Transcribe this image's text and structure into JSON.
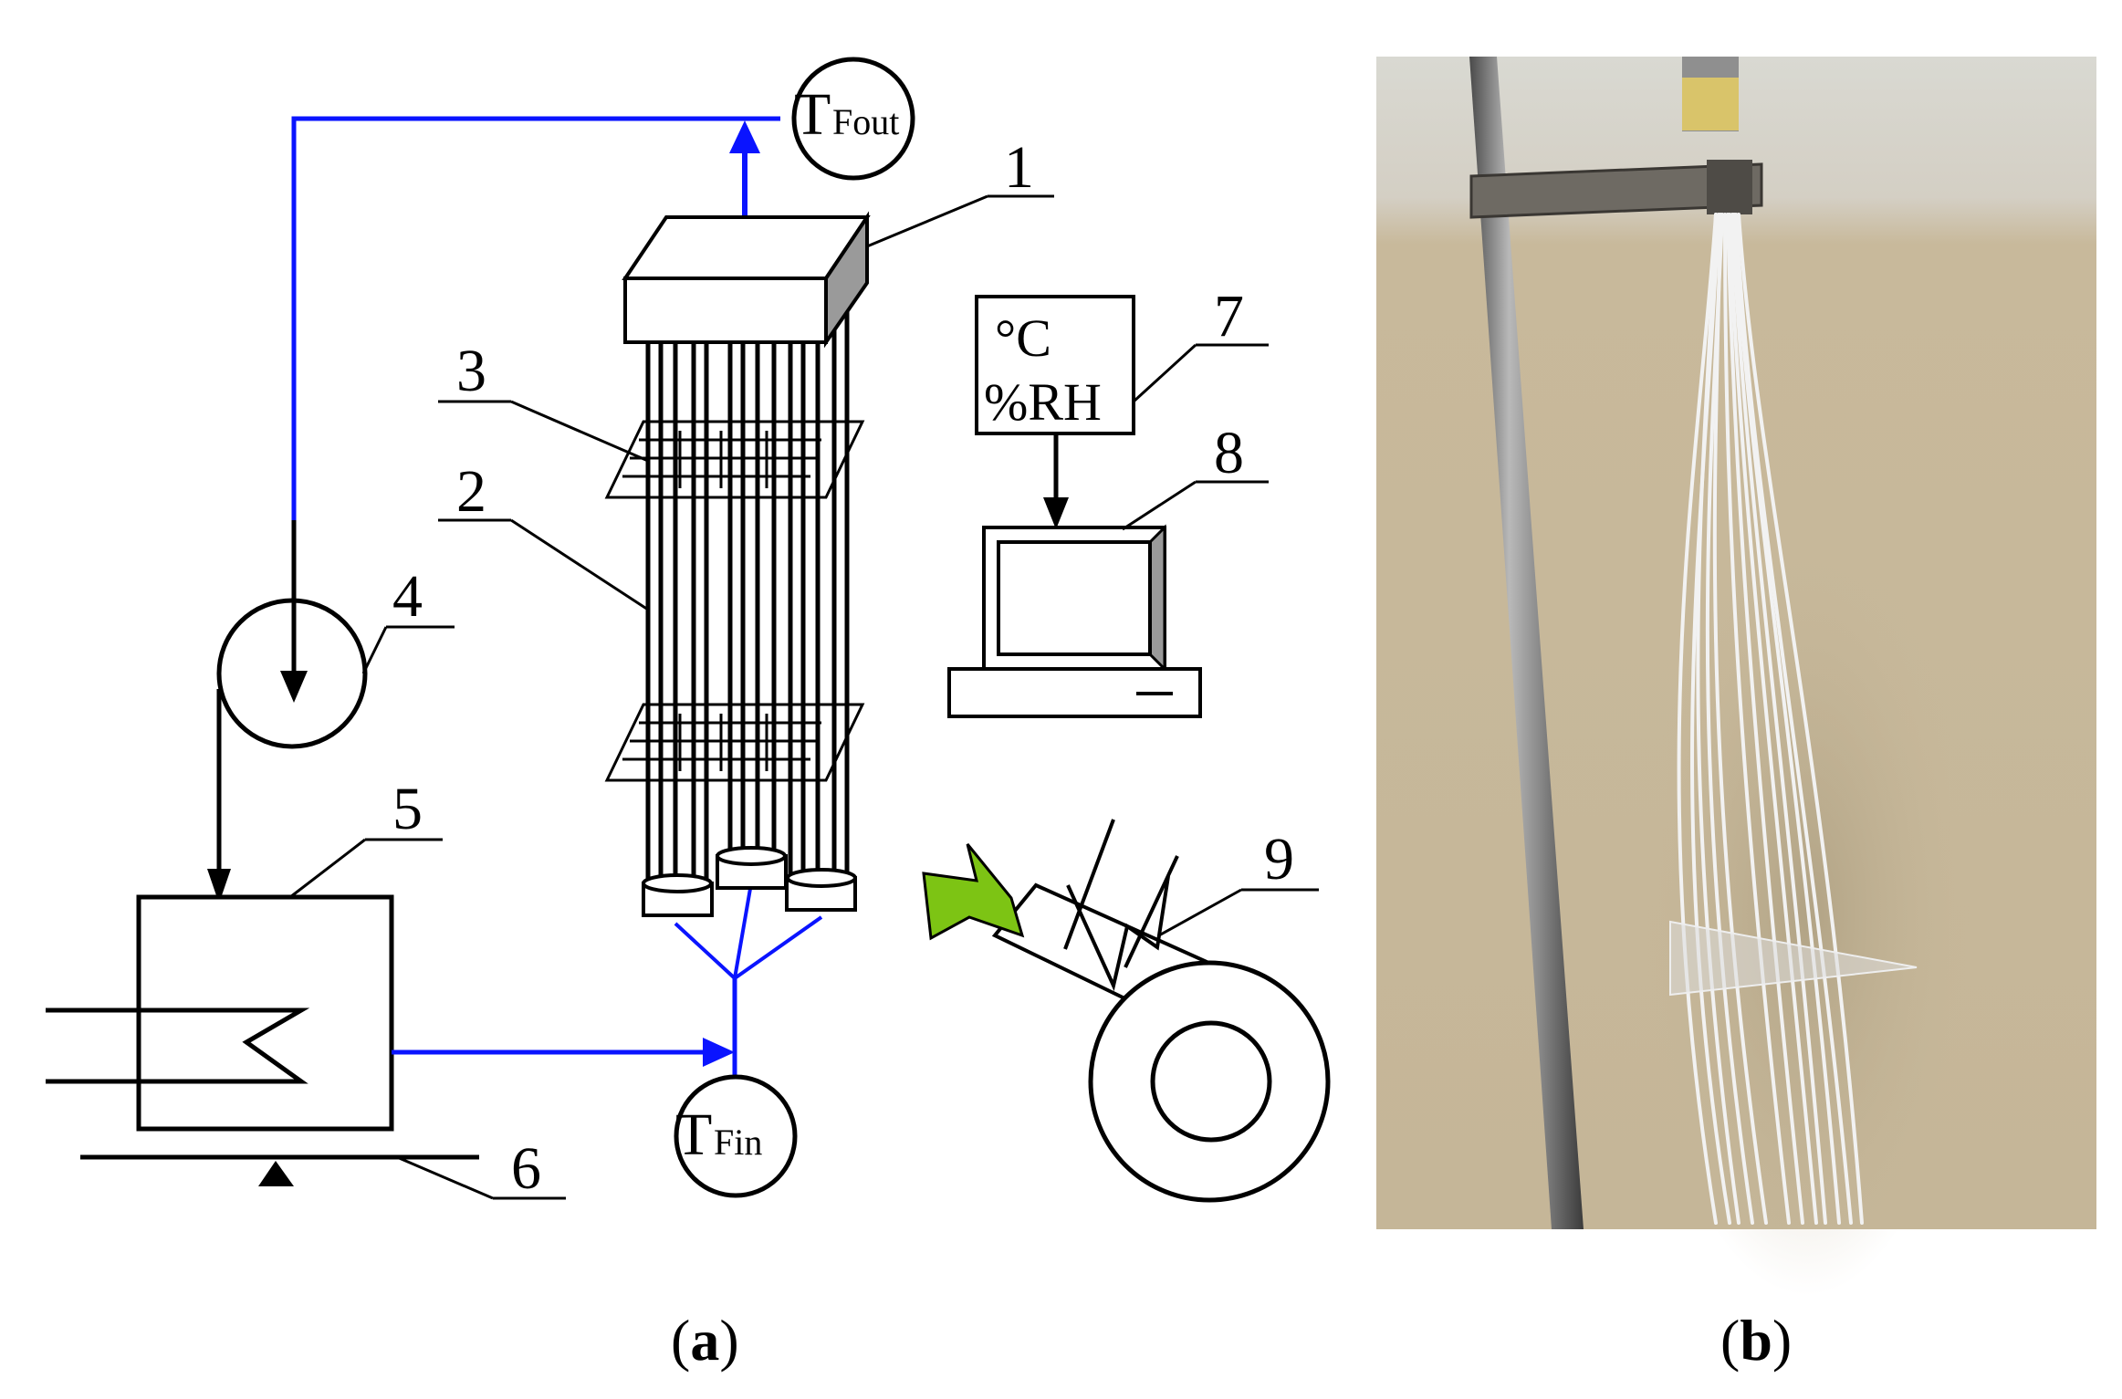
{
  "schematic": {
    "sensors": {
      "t_out_main": "T",
      "t_out_sub": "Fout",
      "t_in_main": "T",
      "t_in_sub": "Fin"
    },
    "logger_lines": {
      "line1": "°C",
      "line2": "%RH"
    },
    "numbers": {
      "n1": "1",
      "n2": "2",
      "n3": "3",
      "n4": "4",
      "n5": "5",
      "n6": "6",
      "n7": "7",
      "n8": "8",
      "n9": "9"
    },
    "colors": {
      "water_line": "#0a14ff",
      "airflow_arrow": "#7dc414",
      "line": "#000000"
    }
  },
  "captions": {
    "a": {
      "open": "(",
      "letter": "a",
      "close": ")"
    },
    "b": {
      "open": "(",
      "letter": "b",
      "close": ")"
    }
  }
}
